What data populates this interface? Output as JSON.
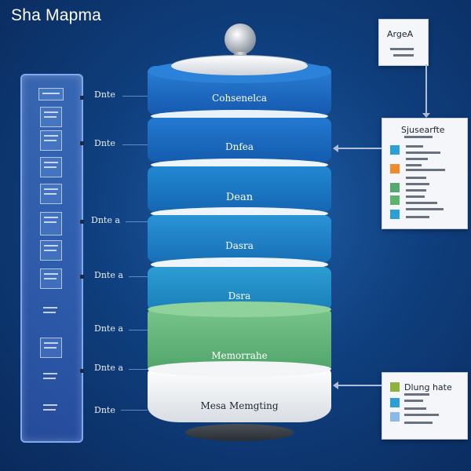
{
  "title": "Sha Mapma",
  "row_labels": [
    "Dnte",
    "Dnte",
    "Dnte a",
    "Dnte a",
    "Dnte a",
    "Dnte a",
    "Dnte"
  ],
  "layers": [
    {
      "label": "Cohsenelca",
      "color": "#1f6fc9"
    },
    {
      "label": "Dnfea",
      "color": "#1d72c6"
    },
    {
      "label": "Dean",
      "color": "#1a80c4"
    },
    {
      "label": "Dasra",
      "color": "#1d8ac6"
    },
    {
      "label": "Dsra",
      "color": "#2196c8"
    },
    {
      "label": "Memorrahe",
      "color": "#55ab6e"
    },
    {
      "label": "Mesa Memgting",
      "color": "#eef0f2"
    }
  ],
  "cards": {
    "top": {
      "title": "ArgeA"
    },
    "middle": {
      "title": "Sjusearfte",
      "swatches": [
        "#2aa0d6",
        "#f08a2a",
        "#55ab6e",
        "#5bb36c",
        "#2aa0d6"
      ]
    },
    "bottom": {
      "title": "Dlung hate",
      "swatches": [
        "#8fb33a",
        "#2aa0d6",
        "#8ab8e8"
      ]
    }
  }
}
